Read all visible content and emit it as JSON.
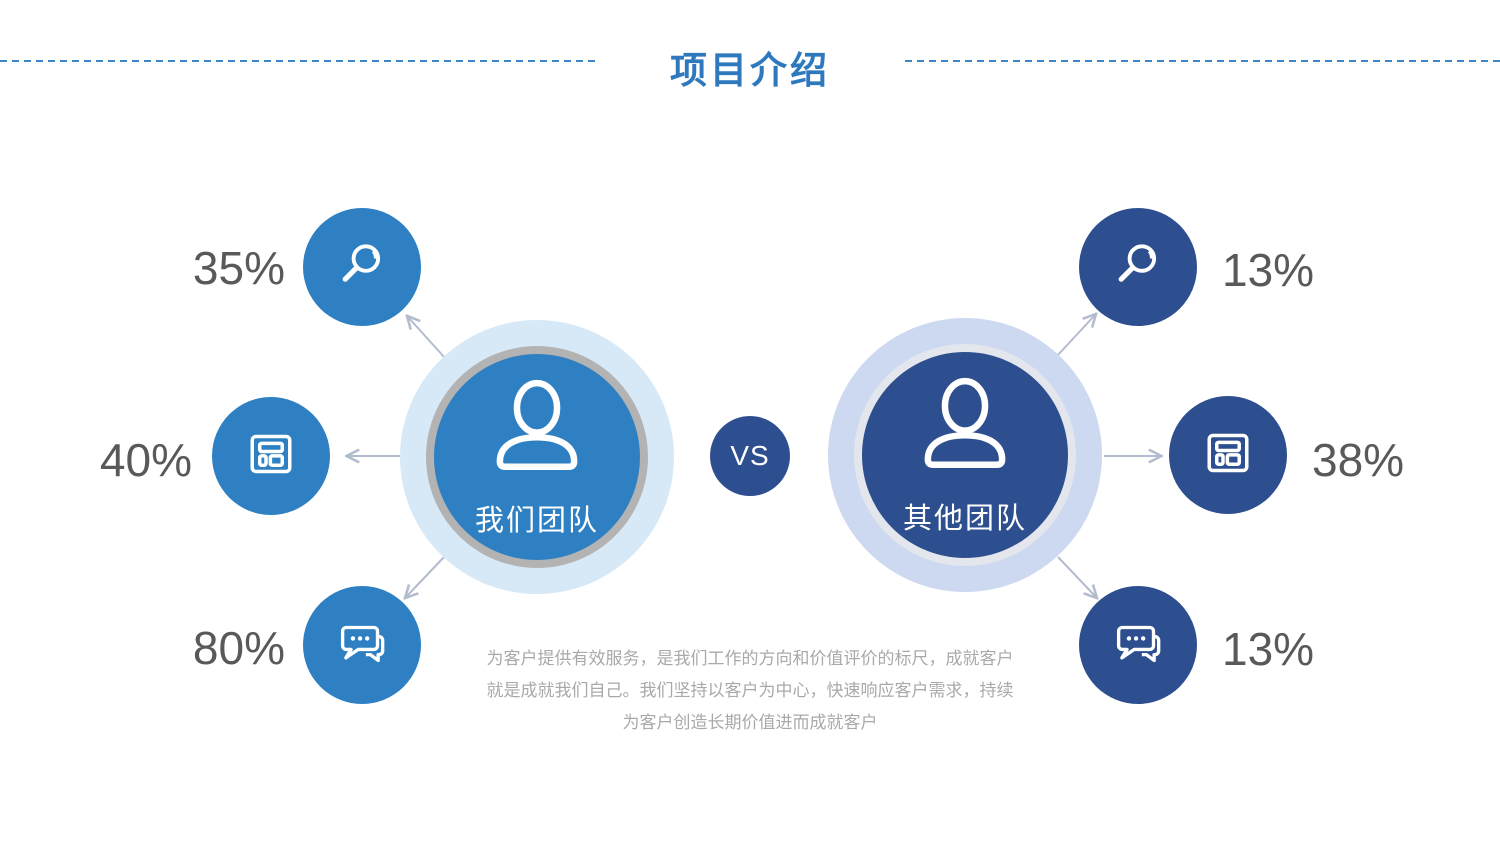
{
  "slide": {
    "title": "项目介绍",
    "vs_label": "VS",
    "description_lines": [
      "为客户提供有效服务，是我们工作的方向和价值评价的标尺，成就客户",
      "就是成就我们自己。我们坚持以客户为中心，快速响应客户需求，持续",
      "为客户创造长期价值进而成就客户"
    ]
  },
  "teams": {
    "left": {
      "label": "我们团队",
      "metrics": [
        {
          "icon": "search-icon",
          "value": "35%"
        },
        {
          "icon": "layout-icon",
          "value": "40%"
        },
        {
          "icon": "chat-icon",
          "value": "80%"
        }
      ]
    },
    "right": {
      "label": "其他团队",
      "metrics": [
        {
          "icon": "search-icon",
          "value": "13%"
        },
        {
          "icon": "layout-icon",
          "value": "38%"
        },
        {
          "icon": "chat-icon",
          "value": "13%"
        }
      ]
    }
  },
  "colors": {
    "title_blue": "#2e79bd",
    "dash_blue": "#3d85c6",
    "left_primary": "#2e80c3",
    "left_halo": "#d7e9f7",
    "left_ring": "#b3b3b3",
    "right_primary": "#2e4f8f",
    "right_halo": "#cdd9f0",
    "right_ring": "#e3e6ec",
    "percent_text": "#595959",
    "description_text": "#a9a9a9",
    "arrow": "#b3bcce"
  }
}
